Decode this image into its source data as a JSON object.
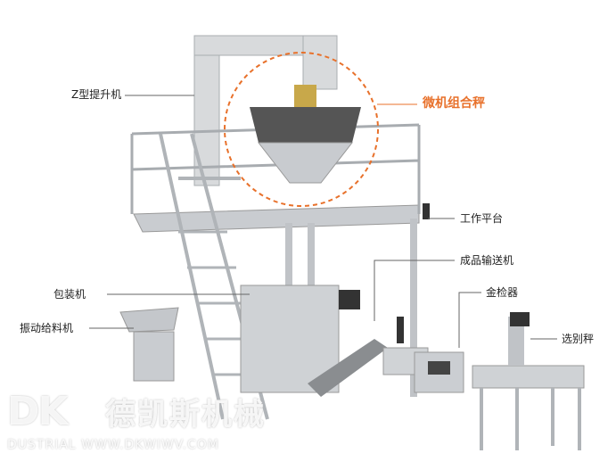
{
  "labels": {
    "z_elevator": "Z型提升机",
    "multihead_weigher": "微机组合秤",
    "work_platform": "工作平台",
    "output_conveyor": "成品输送机",
    "packaging_machine": "包装机",
    "metal_detector": "金检器",
    "vibrating_feeder": "振动给料机",
    "check_weigher": "选别秤"
  },
  "watermark": {
    "logo": "DK",
    "company": "德凯斯机械",
    "line2": "DUSTRIAL WWW.DKWIWV.COM"
  },
  "colors": {
    "accent": "#e8712b",
    "steel": "#b8bcc0",
    "dark": "#2a2a2a"
  }
}
